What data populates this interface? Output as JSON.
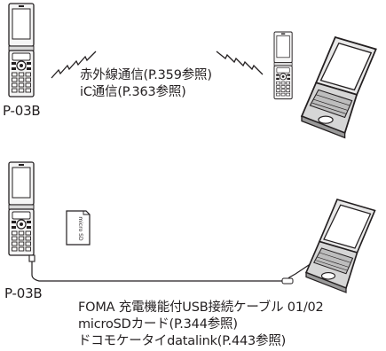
{
  "top_section": {
    "device_label": "P-03B",
    "infrared_text": "赤外線通信(P.359参照)",
    "ic_text": "iC通信(P.363参照)"
  },
  "bottom_section": {
    "device_label": "P-03B",
    "cable_text": "FOMA 充電機能付USB接続ケーブル 01/02",
    "microsd_text": "microSDカード(P.344参照)",
    "datalink_text": "ドコモケータイdatalink(P.443参照)",
    "microsd_card_mark": "micro SD"
  },
  "colors": {
    "line": "#231f20",
    "phone_body": "#f2f2f2",
    "laptop_fill": "#ececec"
  }
}
